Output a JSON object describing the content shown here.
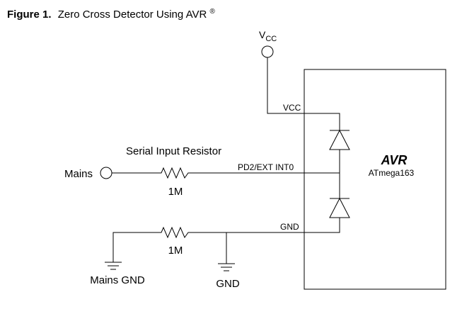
{
  "figure": {
    "number": "Figure 1.",
    "title": "Zero Cross Detector Using AVR",
    "title_mark": "®"
  },
  "supply": {
    "label_main": "V",
    "label_sub": "CC"
  },
  "chip": {
    "name": "AVR",
    "part": "ATmega163",
    "pins": {
      "vcc": "VCC",
      "int": "PD2/EXT INT0",
      "gnd": "GND"
    }
  },
  "input": {
    "heading": "Serial Input Resistor",
    "mains": "Mains",
    "resistor_top": "1M",
    "resistor_bottom": "1M",
    "mains_gnd": "Mains GND",
    "gnd": "GND"
  }
}
